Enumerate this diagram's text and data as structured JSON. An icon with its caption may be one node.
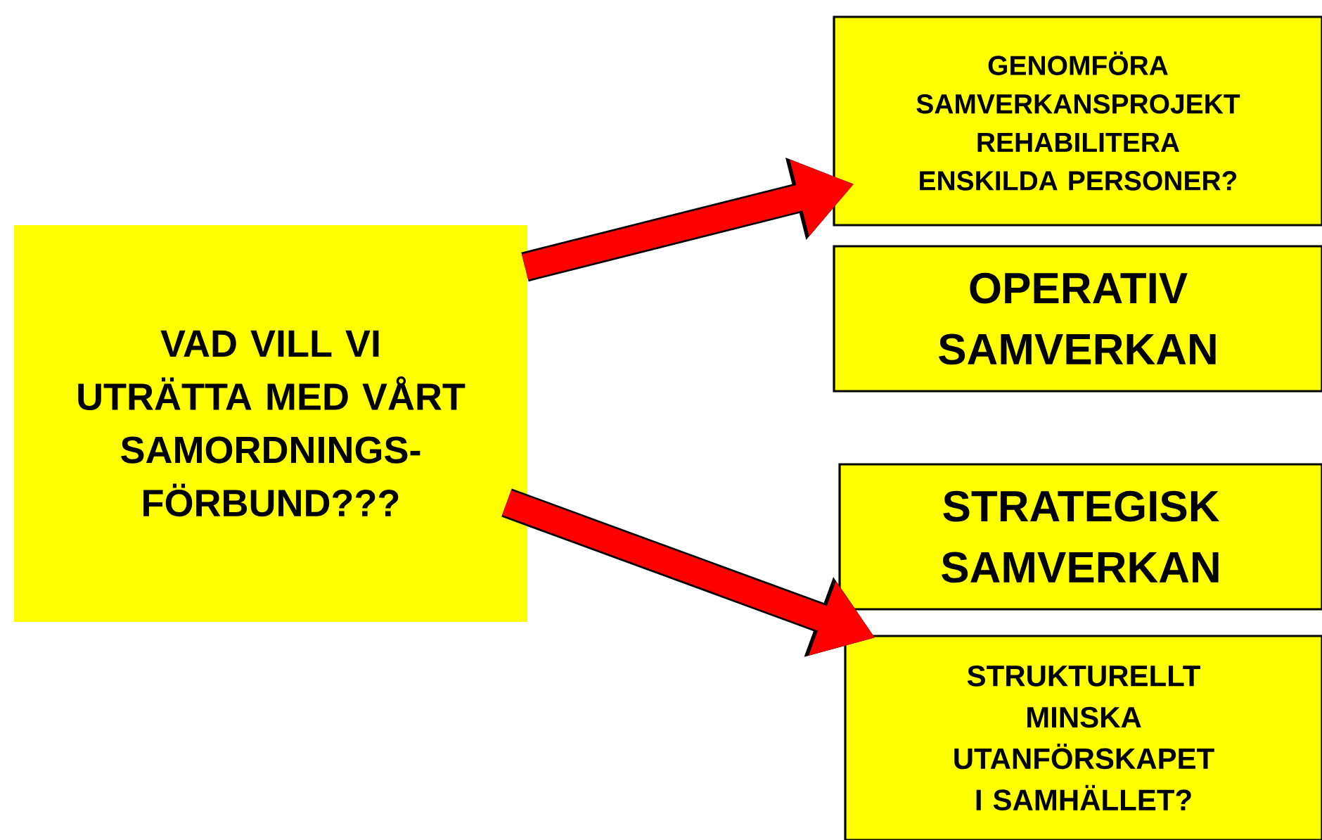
{
  "diagram": {
    "nodes": [
      {
        "text": [
          "VAD VILL VI UTRÄTTA MED VÅRT SAMORDNINGS- FÖRBUND???"
        ]
      },
      {
        "text": [
          "GENOMFÖRA SAMVERKANSPROJEKT REHABILITERA ENSKILDA PERSONER?"
        ]
      },
      {
        "text": [
          "OPERATIV SAMVERKAN"
        ]
      },
      {
        "text": [
          "STRATEGISK SAMVERKAN"
        ]
      },
      {
        "text": [
          "STRUKTURELLT MINSKA UTANFÖRSKAPET I SAMHÄLLET?"
        ]
      }
    ],
    "edges": [
      {
        "from": 0,
        "to": 1,
        "arrow": "to"
      },
      {
        "from": 0,
        "to": 4,
        "arrow": "to"
      }
    ]
  }
}
